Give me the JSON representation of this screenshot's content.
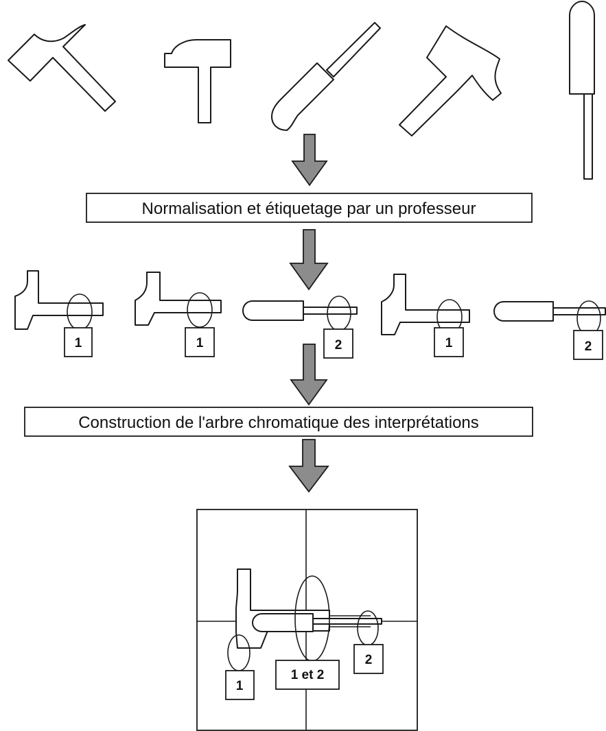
{
  "steps": {
    "normalisation": "Normalisation et étiquetage par un professeur",
    "construction": "Construction de l'arbre chromatique des interprétations"
  },
  "labels": {
    "hammer_1": "1",
    "hammer_2": "1",
    "screwdriver_1": "2",
    "hammer_3": "1",
    "screwdriver_2": "2"
  },
  "tree": {
    "label_hammer": "1",
    "label_shared": "1 et 2",
    "label_screwdriver": "2"
  },
  "colors": {
    "arrow_fill": "#8c8c8c",
    "stroke": "#1a1a1a"
  }
}
